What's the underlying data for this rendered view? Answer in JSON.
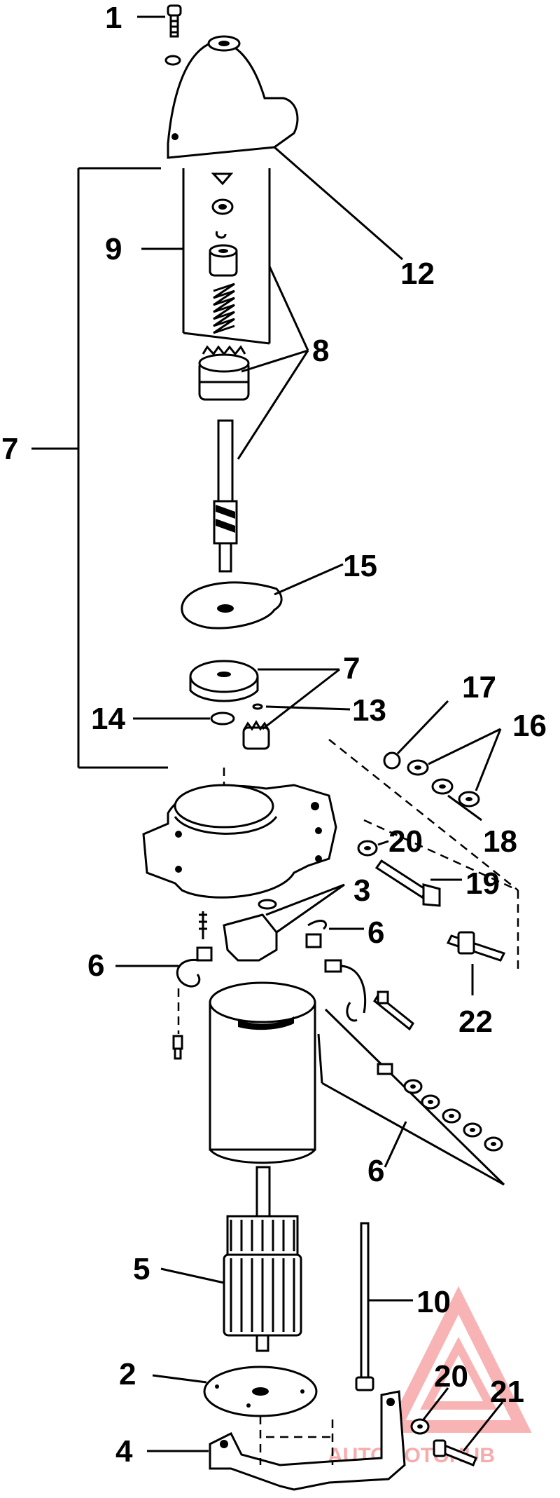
{
  "diagram": {
    "callouts": [
      {
        "id": "c1",
        "text": "1"
      },
      {
        "id": "c12",
        "text": "12"
      },
      {
        "id": "c9",
        "text": "9"
      },
      {
        "id": "c8",
        "text": "8"
      },
      {
        "id": "c7a",
        "text": "7"
      },
      {
        "id": "c15",
        "text": "15"
      },
      {
        "id": "c7b",
        "text": "7"
      },
      {
        "id": "c14",
        "text": "14"
      },
      {
        "id": "c13",
        "text": "13"
      },
      {
        "id": "c17",
        "text": "17"
      },
      {
        "id": "c16",
        "text": "16"
      },
      {
        "id": "c18",
        "text": "18"
      },
      {
        "id": "c20a",
        "text": "20"
      },
      {
        "id": "c19",
        "text": "19"
      },
      {
        "id": "c3",
        "text": "3"
      },
      {
        "id": "c6a",
        "text": "6"
      },
      {
        "id": "c6b",
        "text": "6"
      },
      {
        "id": "c22",
        "text": "22"
      },
      {
        "id": "c6c",
        "text": "6"
      },
      {
        "id": "c5",
        "text": "5"
      },
      {
        "id": "c10",
        "text": "10"
      },
      {
        "id": "c2",
        "text": "2"
      },
      {
        "id": "c20b",
        "text": "20"
      },
      {
        "id": "c21",
        "text": "21"
      },
      {
        "id": "c4",
        "text": "4"
      }
    ],
    "watermark": {
      "text": "AUTOMOTOHUB",
      "color": "#f26a6a"
    }
  }
}
